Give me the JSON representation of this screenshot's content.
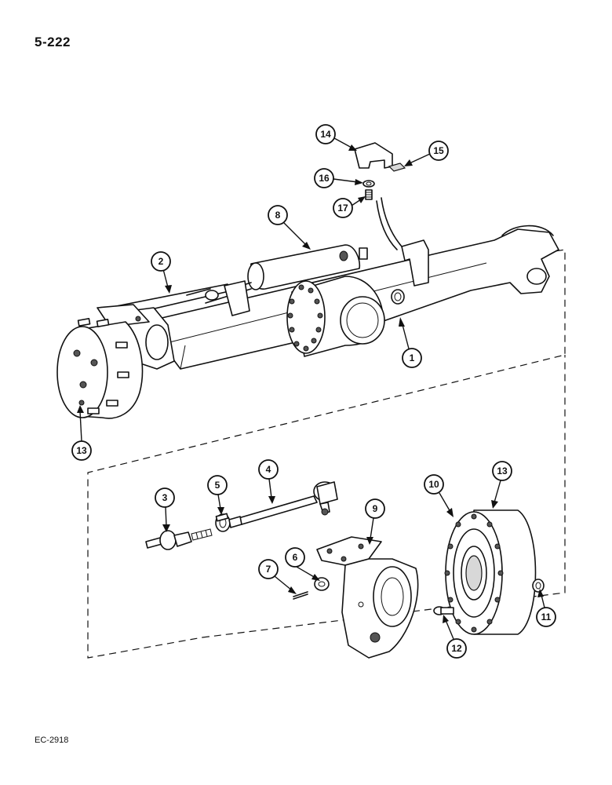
{
  "page_number": "5-222",
  "figure_code": "EC-2918",
  "callouts": [
    {
      "id": "c1",
      "label": "1"
    },
    {
      "id": "c2",
      "label": "2"
    },
    {
      "id": "c3",
      "label": "3"
    },
    {
      "id": "c4",
      "label": "4"
    },
    {
      "id": "c5",
      "label": "5"
    },
    {
      "id": "c6",
      "label": "6"
    },
    {
      "id": "c7",
      "label": "7"
    },
    {
      "id": "c8",
      "label": "8"
    },
    {
      "id": "c9",
      "label": "9"
    },
    {
      "id": "c10",
      "label": "10"
    },
    {
      "id": "c11",
      "label": "11"
    },
    {
      "id": "c12",
      "label": "12"
    },
    {
      "id": "c13a",
      "label": "13"
    },
    {
      "id": "c13b",
      "label": "13"
    },
    {
      "id": "c14",
      "label": "14"
    },
    {
      "id": "c15",
      "label": "15"
    },
    {
      "id": "c16",
      "label": "16"
    },
    {
      "id": "c17",
      "label": "17"
    }
  ]
}
